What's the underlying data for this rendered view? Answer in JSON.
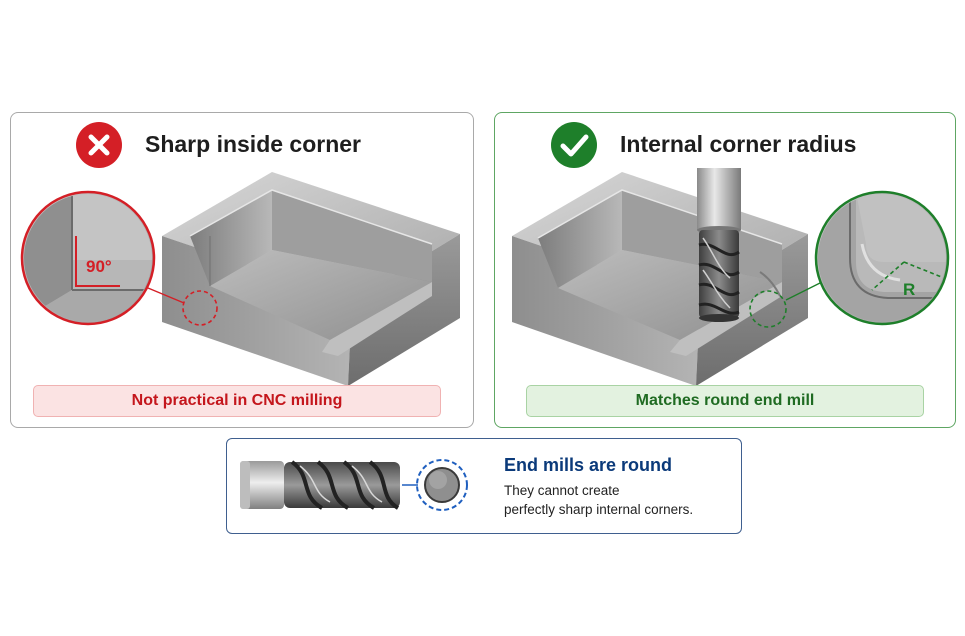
{
  "bad_panel": {
    "icon": "x-mark-icon",
    "title": "Sharp inside corner",
    "zoom_label": "90°",
    "caption": "Not practical in CNC milling",
    "accent": "#d41f26"
  },
  "good_panel": {
    "icon": "check-mark-icon",
    "title": "Internal corner radius",
    "zoom_label": "R",
    "caption": "Matches round end mill",
    "accent": "#1e7f2a"
  },
  "info_box": {
    "icon": "end-mill-icon",
    "title": "End mills are round",
    "line1": "They cannot create",
    "line2": "perfectly sharp internal corners.",
    "accent": "#1f5fbf"
  }
}
